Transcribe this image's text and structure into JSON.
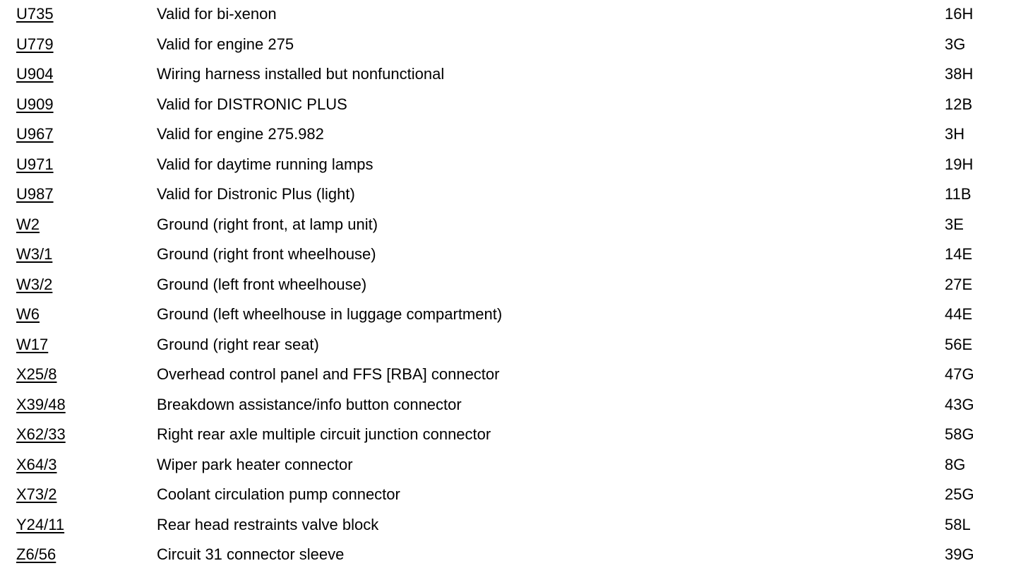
{
  "entries": [
    {
      "code": "U735",
      "description": "Valid for bi-xenon",
      "location": "16H"
    },
    {
      "code": "U779",
      "description": "Valid for engine 275",
      "location": "3G"
    },
    {
      "code": "U904",
      "description": "Wiring harness installed but nonfunctional",
      "location": "38H"
    },
    {
      "code": "U909",
      "description": "Valid for DISTRONIC PLUS",
      "location": "12B"
    },
    {
      "code": "U967",
      "description": "Valid for engine 275.982",
      "location": "3H"
    },
    {
      "code": "U971",
      "description": "Valid for daytime running lamps",
      "location": "19H"
    },
    {
      "code": "U987",
      "description": "Valid for Distronic Plus (light)",
      "location": "11B"
    },
    {
      "code": "W2",
      "description": "Ground (right front, at lamp unit)",
      "location": "3E"
    },
    {
      "code": "W3/1",
      "description": "Ground (right front wheelhouse)",
      "location": "14E"
    },
    {
      "code": "W3/2",
      "description": "Ground (left front wheelhouse)",
      "location": "27E"
    },
    {
      "code": "W6",
      "description": "Ground (left wheelhouse in luggage compartment)",
      "location": "44E"
    },
    {
      "code": "W17",
      "description": "Ground (right rear seat)",
      "location": "56E"
    },
    {
      "code": "X25/8",
      "description": "Overhead control panel and FFS [RBA] connector",
      "location": "47G"
    },
    {
      "code": "X39/48",
      "description": "Breakdown assistance/info button connector",
      "location": "43G"
    },
    {
      "code": "X62/33",
      "description": "Right rear axle multiple circuit junction connector",
      "location": "58G"
    },
    {
      "code": "X64/3",
      "description": "Wiper park heater connector",
      "location": "8G"
    },
    {
      "code": "X73/2",
      "description": "Coolant circulation pump connector",
      "location": "25G"
    },
    {
      "code": "Y24/11",
      "description": "Rear head restraints valve block",
      "location": "58L"
    },
    {
      "code": "Z6/56",
      "description": "Circuit 31 connector sleeve",
      "location": "39G"
    }
  ]
}
